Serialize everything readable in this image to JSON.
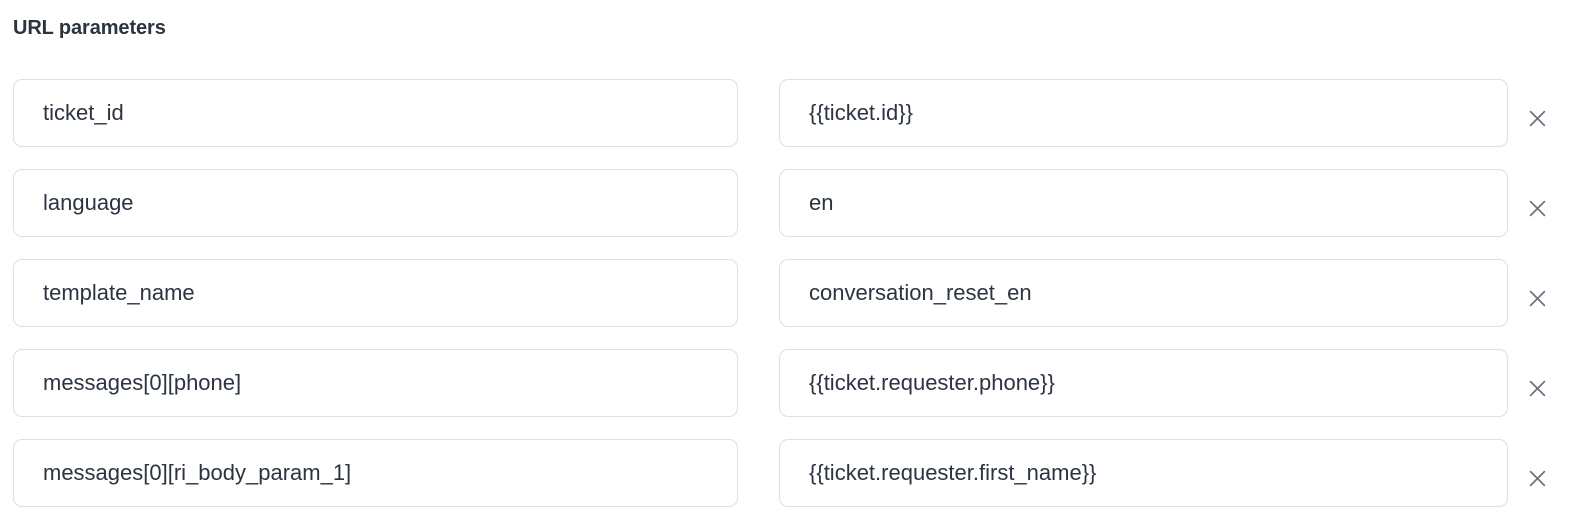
{
  "section": {
    "title": "URL parameters"
  },
  "colors": {
    "text": "#2b3440",
    "border": "#dcdfe4",
    "background": "#ffffff",
    "remove_icon": "#6b7280"
  },
  "remove_icon_name": "close-icon",
  "parameters": [
    {
      "key": "ticket_id",
      "value": "{{ticket.id}}"
    },
    {
      "key": "language",
      "value": "en"
    },
    {
      "key": "template_name",
      "value": "conversation_reset_en"
    },
    {
      "key": "messages[0][phone]",
      "value": "{{ticket.requester.phone}}"
    },
    {
      "key": "messages[0][ri_body_param_1]",
      "value": "{{ticket.requester.first_name}}"
    }
  ]
}
